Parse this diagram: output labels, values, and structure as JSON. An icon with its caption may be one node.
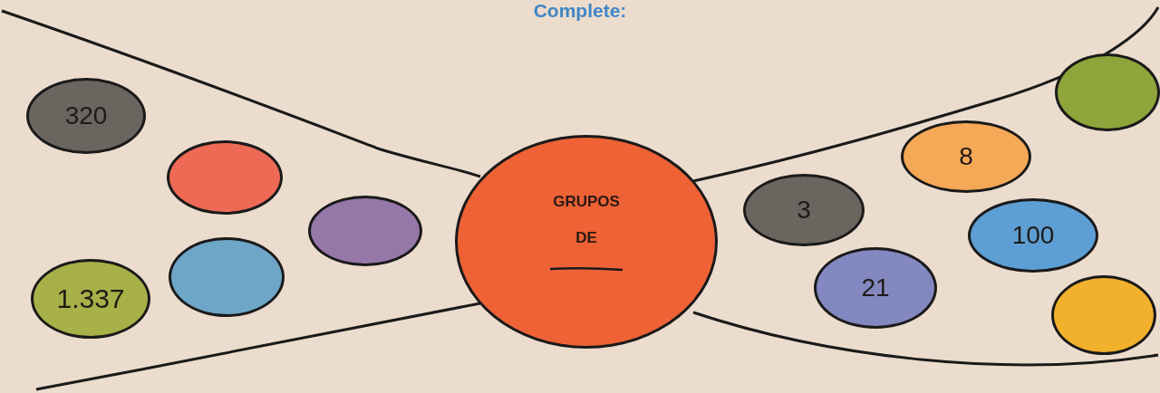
{
  "diagram": {
    "title": "Complete:",
    "nodes": [
      {
        "text": [
          "320"
        ]
      },
      {
        "text": [],
        "shape": "ellipse"
      },
      {
        "text": [
          "1.337"
        ]
      },
      {
        "text": [],
        "shape": "ellipse"
      },
      {
        "text": [],
        "shape": "ellipse"
      },
      {
        "text": [
          "GRUPOS DE"
        ]
      },
      {
        "text": [
          "3"
        ]
      },
      {
        "text": [
          "21"
        ]
      },
      {
        "text": [
          "8"
        ]
      },
      {
        "text": [
          "100"
        ]
      },
      {
        "text": [],
        "shape": "ellipse"
      },
      {
        "text": [],
        "shape": "ellipse"
      }
    ]
  }
}
